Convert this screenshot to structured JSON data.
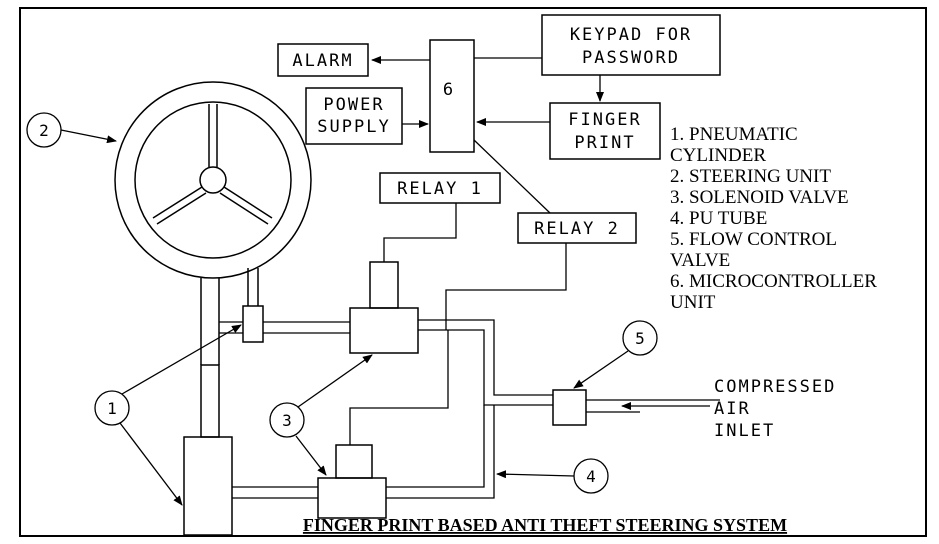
{
  "blocks": {
    "keypad": [
      "KEYPAD FOR",
      "PASSWORD"
    ],
    "alarm": "ALARM",
    "mcu": "6",
    "power": [
      "POWER",
      "SUPPLY"
    ],
    "finger": [
      "FINGER",
      "PRINT"
    ],
    "relay1": "RELAY 1",
    "relay2": "RELAY 2",
    "air_inlet": [
      "COMPRESSED",
      "AIR",
      "INLET"
    ]
  },
  "callouts": {
    "steering": "2",
    "cylinder": "1",
    "solenoid": "3",
    "pu_tube": "4",
    "flow_control": "5"
  },
  "legend": [
    "1. PNEUMATIC",
    "CYLINDER",
    "2. STEERING UNIT",
    "3. SOLENOID VALVE",
    "4. PU TUBE",
    "5. FLOW CONTROL",
    "VALVE",
    "6. MICROCONTROLLER",
    "UNIT"
  ],
  "title": "FINGER PRINT BASED ANTI THEFT STEERING SYSTEM"
}
